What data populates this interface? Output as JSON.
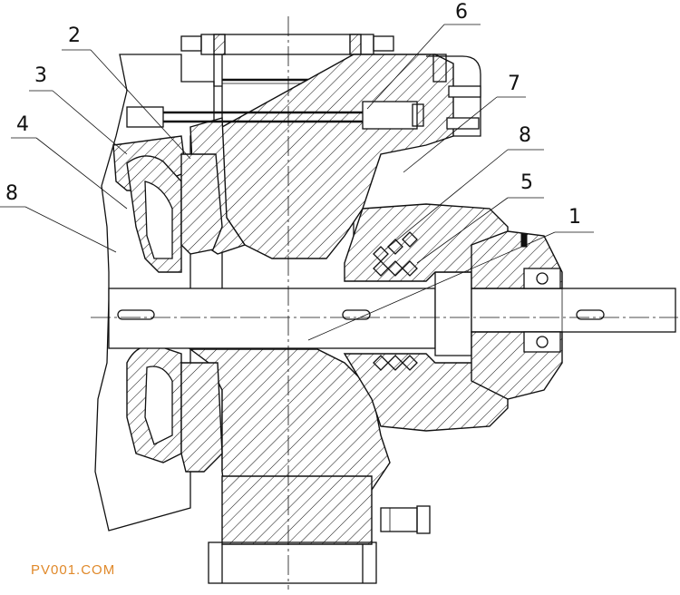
{
  "callouts": [
    {
      "label": "1"
    },
    {
      "label": "2"
    },
    {
      "label": "3"
    },
    {
      "label": "4"
    },
    {
      "label": "5"
    },
    {
      "label": "6"
    },
    {
      "label": "7"
    },
    {
      "label": "8"
    },
    {
      "label": "8"
    }
  ],
  "watermark": "PV001.COM"
}
